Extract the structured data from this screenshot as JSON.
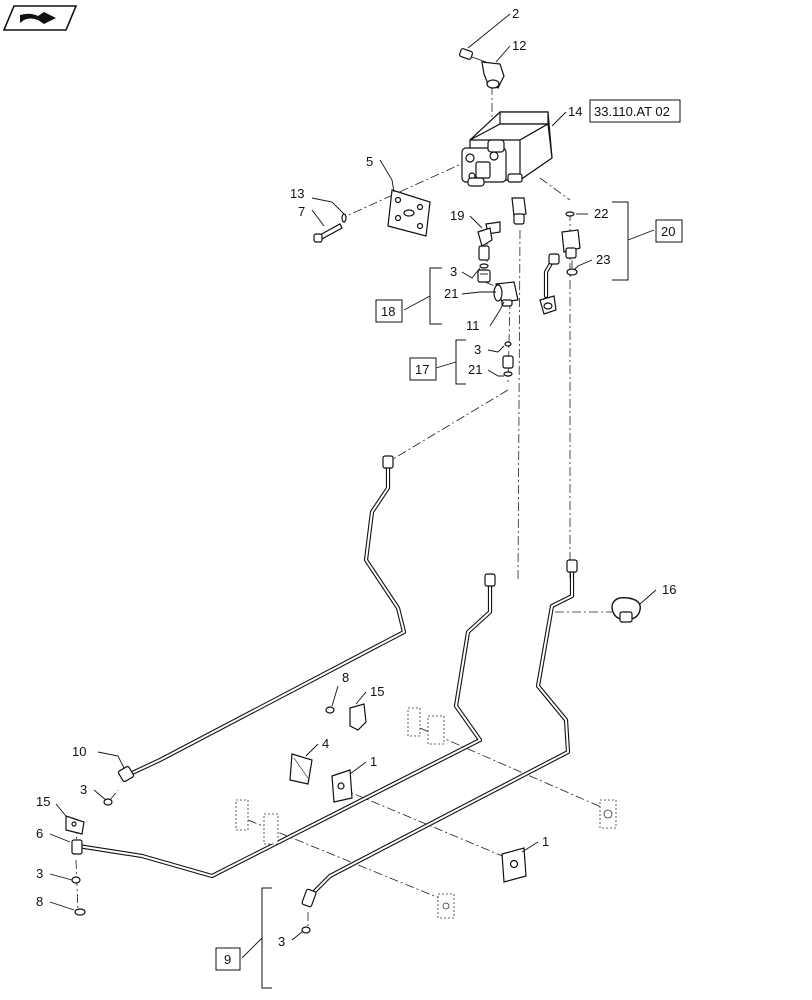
{
  "nav_icon": {
    "name": "navigation-arrow-icon"
  },
  "colors": {
    "line": "#111111",
    "background": "#ffffff"
  },
  "callouts": {
    "c2": "2",
    "c12": "12",
    "c14": "14",
    "c5": "5",
    "c13": "13",
    "c7": "7",
    "c19": "19",
    "c3a": "3",
    "c21a": "21",
    "c11": "11",
    "c3b": "3",
    "c21b": "21",
    "c22": "22",
    "c23": "23",
    "c16": "16",
    "c8a": "8",
    "c15a": "15",
    "c4": "4",
    "c1a": "1",
    "c10": "10",
    "c3c": "3",
    "c15b": "15",
    "c6": "6",
    "c3d": "3",
    "c8b": "8",
    "c1b": "1",
    "c3e": "3"
  },
  "boxed_refs": {
    "ref_chapter": "33.110.AT 02",
    "b20": "20",
    "b18": "18",
    "b17": "17",
    "b9": "9"
  }
}
